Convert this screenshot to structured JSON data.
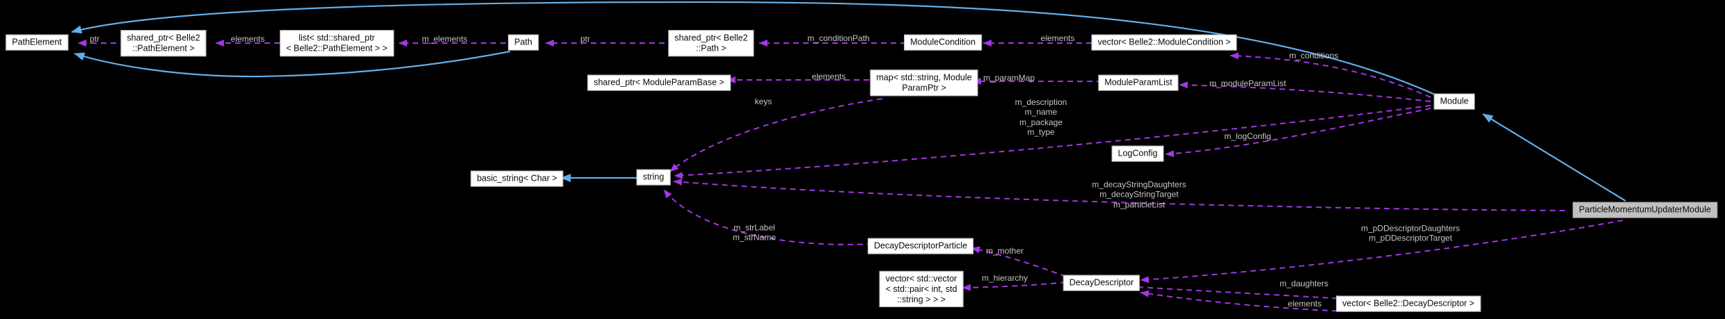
{
  "colors": {
    "background": "#000000",
    "node_fill": "#ffffff",
    "node_border": "#b6b6b6",
    "node_text": "#0a0a0a",
    "highlight_fill": "#c0c0c0",
    "label_text": "#c6c6c6",
    "edge_usage": "#a436e4",
    "edge_inheritance": "#63aee9"
  },
  "nodes": {
    "path_element": "PathElement",
    "shared_ptr_path_element": "shared_ptr< Belle2\n::PathElement >",
    "list_shared_ptr_path_element": "list< std::shared_ptr\n< Belle2::PathElement > >",
    "path": "Path",
    "shared_ptr_path": "shared_ptr< Belle2\n::Path >",
    "module_condition": "ModuleCondition",
    "vector_module_condition": "vector< Belle2::ModuleCondition >",
    "shared_ptr_module_param_base": "shared_ptr< ModuleParamBase >",
    "map_string_module_param_ptr": "map< std::string, Module\nParamPtr >",
    "module_param_list": "ModuleParamList",
    "module": "Module",
    "log_config": "LogConfig",
    "basic_string_char": "basic_string< Char >",
    "string": "string",
    "decay_descriptor_particle": "DecayDescriptorParticle",
    "vector_pair_int_string": "vector< std::vector\n< std::pair< int, std\n::string > > >",
    "decay_descriptor": "DecayDescriptor",
    "vector_decay_descriptor": "vector< Belle2::DecayDescriptor >",
    "particle_momentum_updater_module": "ParticleMomentumUpdaterModule"
  },
  "edge_labels": {
    "ptr_path_element": "ptr",
    "elements_path_element": "elements",
    "m_elements": "m_elements",
    "ptr_path": "ptr",
    "m_condition_path": "m_conditionPath",
    "elements_module_condition": "elements",
    "m_conditions": "m_conditions",
    "elements_module_param": "elements",
    "m_param_map": "m_paramMap",
    "m_module_param_list": "m_moduleParamList",
    "keys": "keys",
    "module_string_members": "m_description\nm_name\nm_package\nm_type",
    "m_log_config": "m_logConfig",
    "decay_string_members": "m_decayStringDaughters\nm_decayStringTarget\nm_particleList",
    "str_members": "m_strLabel\nm_strName",
    "m_mother": "m_mother",
    "m_hierarchy": "m_hierarchy",
    "pdd_members": "m_pDDescriptorDaughters\nm_pDDescriptorTarget",
    "m_daughters": "m_daughters",
    "elements_decay_descriptor": "elements"
  }
}
